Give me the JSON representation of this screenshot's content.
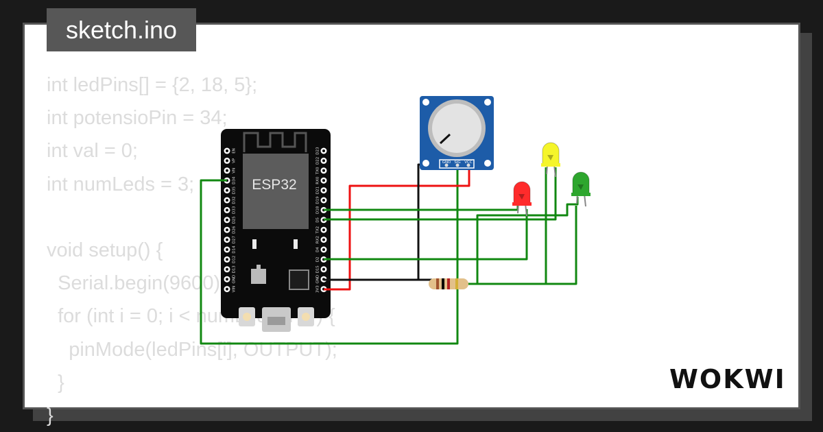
{
  "file_tab": {
    "name": "sketch.ino"
  },
  "code_lines": [
    "int ledPins[] = {2, 18, 5};",
    "int potensioPin = 34;",
    "int val = 0;",
    "int numLeds = 3;",
    "",
    "void setup() {",
    "  Serial.begin(9600);",
    "  for (int i = 0; i < numLeds; i++) {",
    "    pinMode(ledPins[i], OUTPUT);",
    "  }",
    "}"
  ],
  "board": {
    "chip_label": "ESP32",
    "left_pins": [
      "EN",
      "VP",
      "VN",
      "D34",
      "D35",
      "D32",
      "D33",
      "D25",
      "D26",
      "D27",
      "D14",
      "D12",
      "D13",
      "GND",
      "VIN"
    ],
    "right_pins": [
      "D23",
      "D22",
      "TX0",
      "RX0",
      "D21",
      "D19",
      "D18",
      "D5",
      "TX2",
      "RX2",
      "D4",
      "D2",
      "D15",
      "GND",
      "3V3"
    ]
  },
  "potentiometer": {
    "pins": [
      "GND",
      "SIG",
      "VCC"
    ]
  },
  "leds": [
    {
      "color_name": "red",
      "color": "#ff2b2b"
    },
    {
      "color_name": "yellow",
      "color": "#f5f52a"
    },
    {
      "color_name": "green",
      "color": "#2ea62e"
    }
  ],
  "wire_colors": {
    "signal": "#118811",
    "power": "#ee1111",
    "ground": "#111111"
  },
  "brand": {
    "logo_text": "WOKWI"
  }
}
